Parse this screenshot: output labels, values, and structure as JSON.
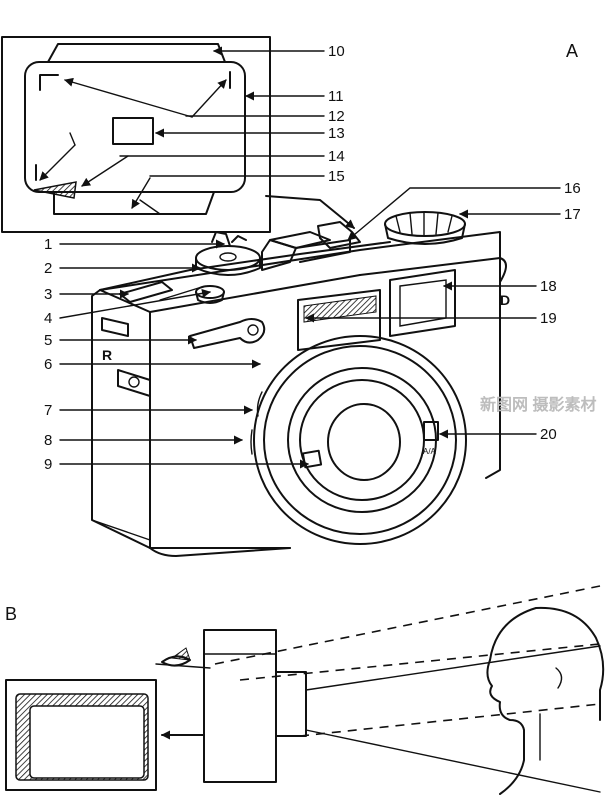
{
  "section_labels": {
    "a": "A",
    "b": "B"
  },
  "callouts": [
    "1",
    "2",
    "3",
    "4",
    "5",
    "6",
    "7",
    "8",
    "9",
    "10",
    "11",
    "12",
    "13",
    "14",
    "15",
    "16",
    "17",
    "18",
    "19",
    "20"
  ],
  "markings": {
    "lens_symbol": "A/A",
    "shutter_mark": "R"
  },
  "watermark": "新图网 摄影素材",
  "colors": {
    "line": "#111111",
    "background": "#ffffff",
    "watermark": "#bdbdbd"
  }
}
